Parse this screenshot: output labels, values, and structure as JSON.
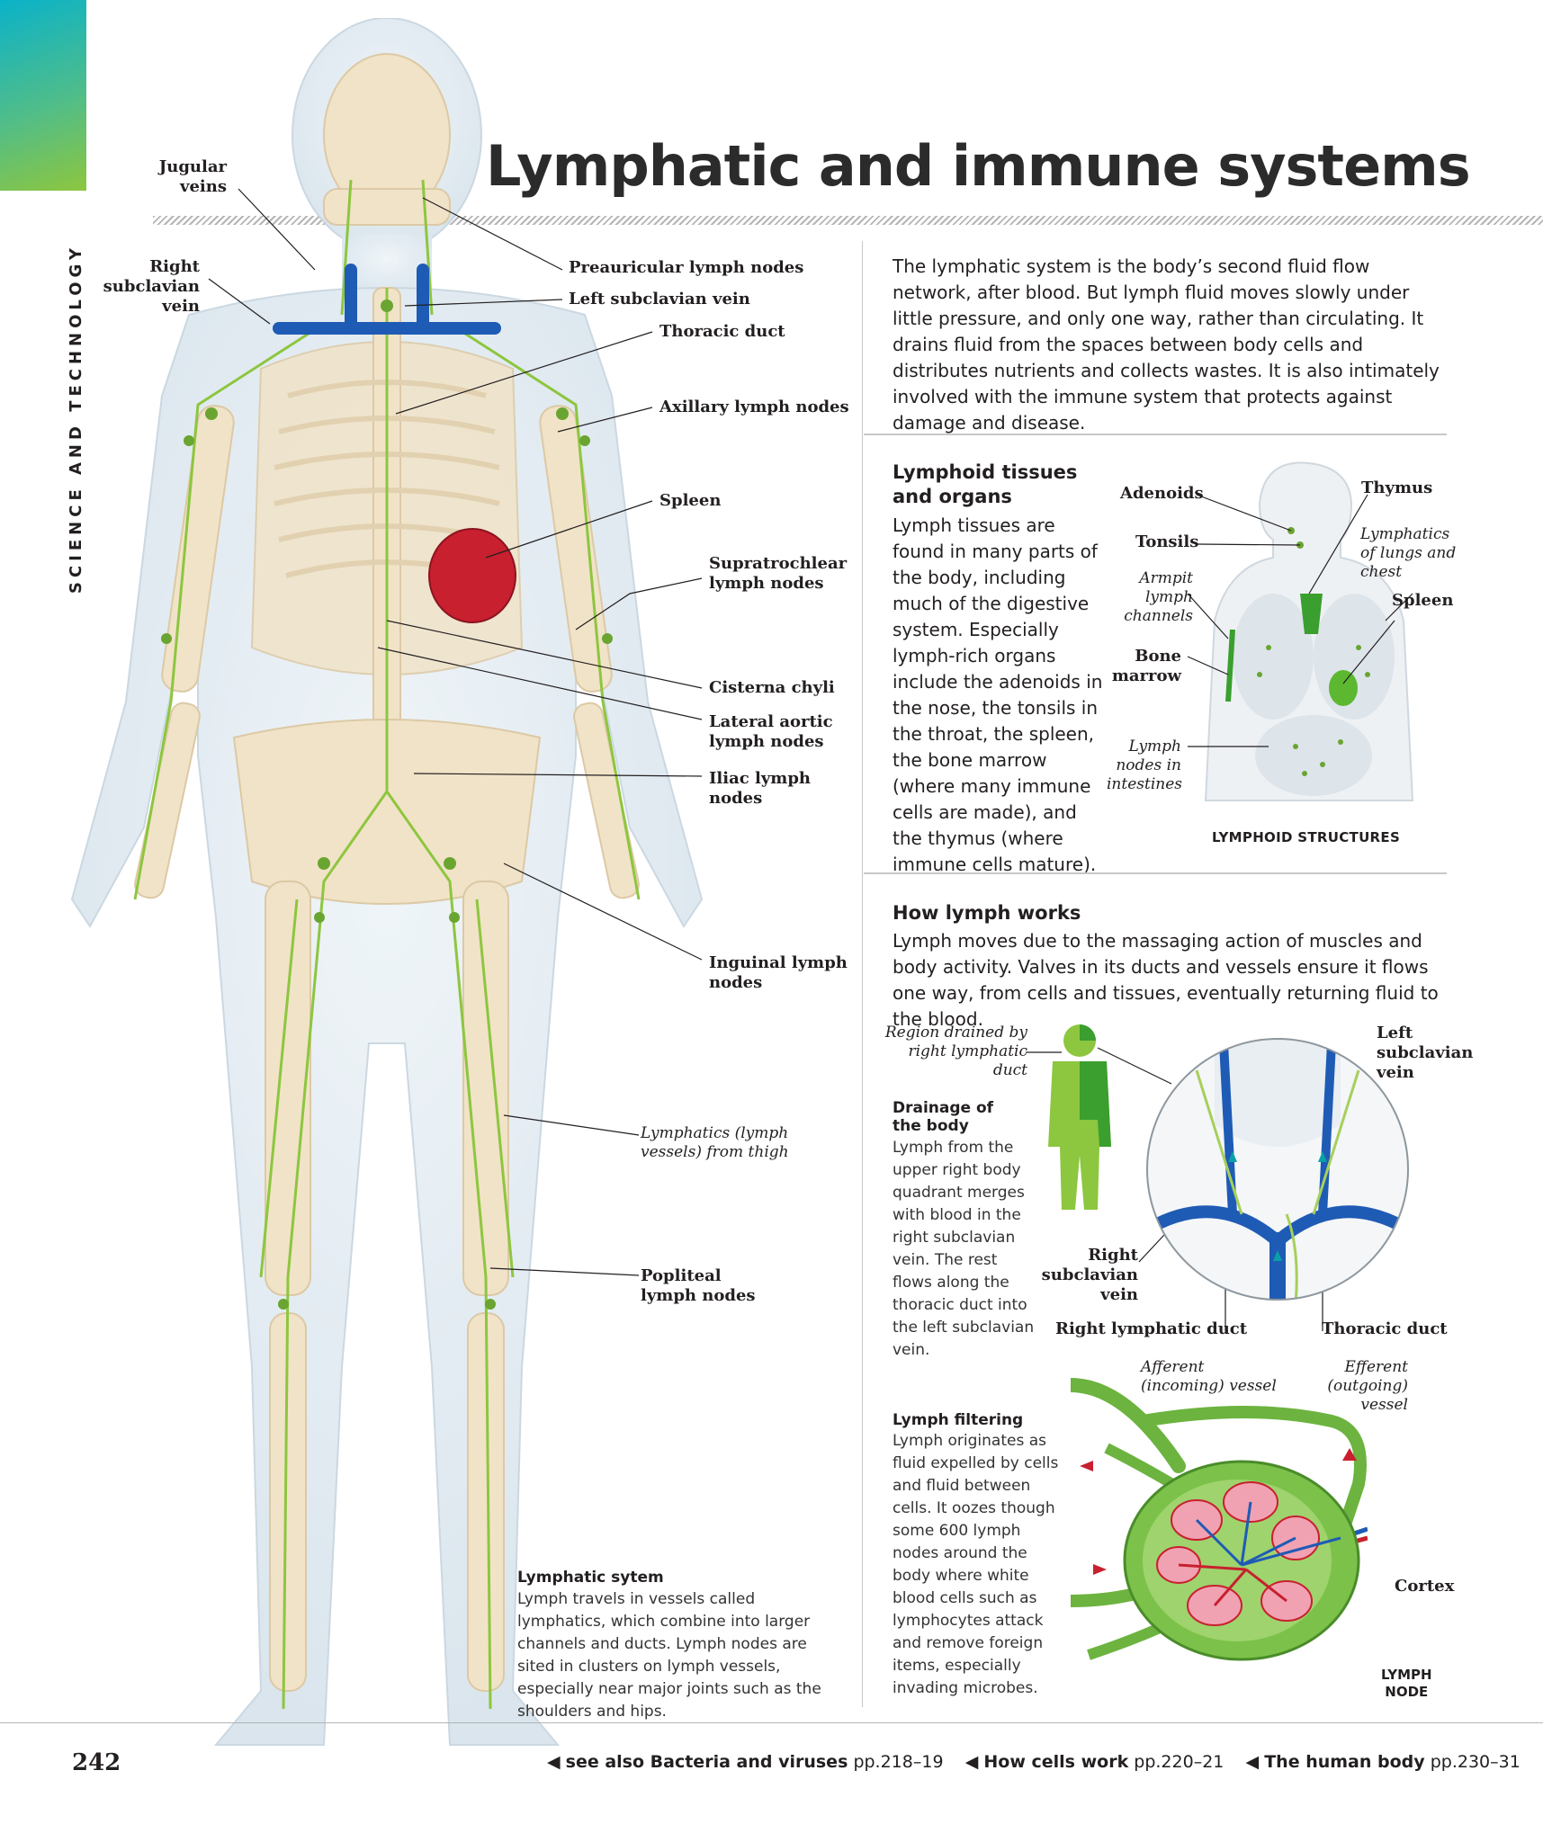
{
  "page": {
    "side_label": "SCIENCE AND TECHNOLOGY",
    "title": "Lymphatic and immune systems",
    "number": "242",
    "colors": {
      "tab_top": "#0ab2c9",
      "tab_bottom": "#8dc63f",
      "lymph_green": "#8dc63f",
      "vein_blue": "#1e5bb5",
      "spleen_red": "#c8202f"
    }
  },
  "intro": "The lymphatic system is the body’s second fluid flow network, after blood. But lymph fluid moves slowly under little pressure, and only one way, rather than circulating. It drains fluid from the spaces between body cells and distributes nutrients and collects wastes. It is also intimately involved with the immune system that protects against damage and disease.",
  "figure_labels": {
    "jugular_veins": "Jugular\nveins",
    "right_subclavian_vein": "Right\nsubclavian\nvein",
    "preauricular": "Preauricular lymph nodes",
    "left_subclavian": "Left subclavian vein",
    "thoracic_duct": "Thoracic duct",
    "axillary": "Axillary lymph nodes",
    "spleen": "Spleen",
    "supratrochlear": "Supratrochlear\nlymph nodes",
    "cisterna": "Cisterna chyli",
    "lateral_aortic": "Lateral aortic\nlymph nodes",
    "iliac": "Iliac lymph\nnodes",
    "inguinal": "Inguinal lymph\nnodes",
    "thigh": "Lymphatics (lymph\nvessels) from thigh",
    "popliteal": "Popliteal\nlymph nodes"
  },
  "lymphatic_system": {
    "heading": "Lymphatic sytem",
    "text": "Lymph travels in vessels called lymphatics, which combine into larger channels and ducts. Lymph nodes are sited in clusters on lymph vessels, especially near major joints such as the shoulders and hips."
  },
  "lymphoid": {
    "heading": "Lymphoid tissues\nand organs",
    "text": "Lymph tissues are found in many parts of the body, including much of the digestive system. Especially lymph-rich organs include the adenoids in the nose, the tonsils in the throat, the spleen, the bone marrow (where many immune cells are made), and the thymus (where immune cells mature).",
    "labels": {
      "adenoids": "Adenoids",
      "tonsils": "Tonsils",
      "armpit": "Armpit\nlymph\nchannels",
      "bone_marrow": "Bone\nmarrow",
      "lymph_intestines": "Lymph\nnodes in\nintestines",
      "thymus": "Thymus",
      "lymphatics_lungs": "Lymphatics\nof lungs and\nchest",
      "spleen": "Spleen"
    },
    "caption": "LYMPHOID STRUCTURES"
  },
  "how": {
    "heading": "How lymph works",
    "text": "Lymph moves due to the massaging action of muscles and body activity. Valves in its ducts and vessels ensure it flows one way, from cells and tissues, eventually returning fluid to the blood.",
    "region_label": "Region drained by\nright lymphatic duct",
    "left_subclavian": "Left\nsubclavian\nvein",
    "right_subclavian": "Right\nsubclavian\nvein",
    "right_lymphatic_duct": "Right lymphatic duct",
    "thoracic_duct": "Thoracic duct"
  },
  "drainage": {
    "heading": "Drainage of\nthe body",
    "text": "Lymph from the upper right body quadrant merges with blood in the right subclavian vein. The rest flows along the thoracic duct into the left subclavian vein."
  },
  "filtering": {
    "heading": "Lymph filtering",
    "text": "Lymph originates as fluid expelled by cells and fluid between cells. It oozes though some 600 lymph nodes around the body where white blood cells such as lymphocytes attack and remove foreign items, especially invading microbes.",
    "afferent": "Afferent\n(incoming) vessel",
    "efferent": "Efferent\n(outgoing) vessel",
    "cortex": "Cortex",
    "node": "LYMPH\nNODE"
  },
  "footer": [
    {
      "bold": "see also Bacteria and viruses",
      "pages": "pp.218–19"
    },
    {
      "bold": "How cells work",
      "pages": "pp.220–21"
    },
    {
      "bold": "The human body",
      "pages": "pp.230–31"
    }
  ]
}
